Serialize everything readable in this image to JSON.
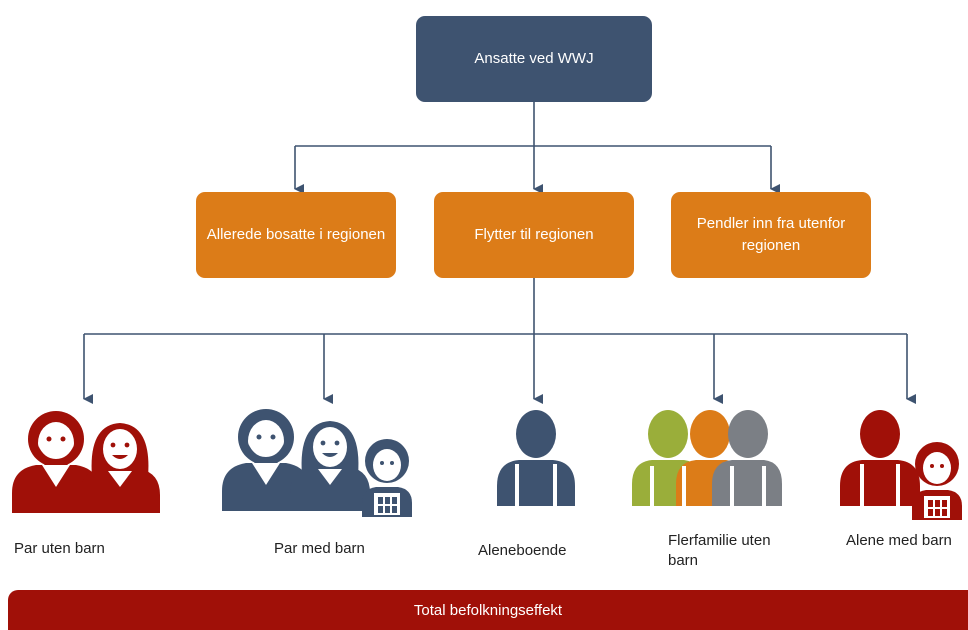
{
  "top_box": {
    "label": "Ansatte ved WWJ"
  },
  "middle_boxes": [
    {
      "label": "Allerede bosatte i regionen"
    },
    {
      "label": "Flytter til regionen"
    },
    {
      "label": "Pendler inn fra utenfor regionen"
    }
  ],
  "categories": [
    {
      "label": "Par uten barn",
      "icon": "couple-icon"
    },
    {
      "label": "Par med barn",
      "icon": "family-icon"
    },
    {
      "label": "Aleneboende",
      "icon": "single-person-icon"
    },
    {
      "label": "Flerfamilie uten barn",
      "icon": "group-icon"
    },
    {
      "label": "Alene med barn",
      "icon": "single-parent-icon"
    }
  ],
  "bottom_bar": {
    "label": "Total befolkningseffekt"
  },
  "colors": {
    "navy": "#3e5370",
    "orange": "#dc7c18",
    "dark_red": "#a01008",
    "olive": "#9aae3a",
    "grey": "#7b7f85",
    "line": "#3e5370"
  }
}
